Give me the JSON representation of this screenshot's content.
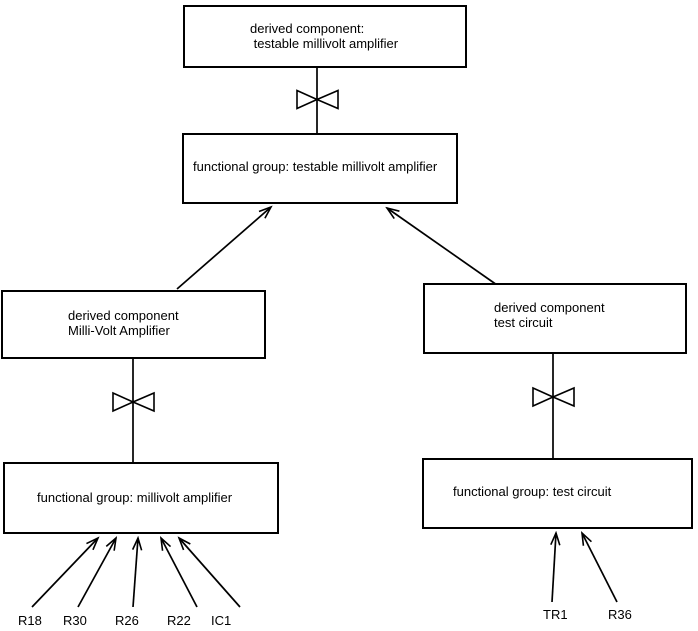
{
  "diagram": {
    "boxes": {
      "top_derived": {
        "line1": "derived component:",
        "line2": " testable millivolt amplifier"
      },
      "top_functional": {
        "line1": "functional group: testable millivolt amplifier"
      },
      "left_derived": {
        "line1": "derived component",
        "line2": "Milli-Volt Amplifier"
      },
      "left_functional": {
        "line1": "functional group: millivolt amplifier"
      },
      "right_derived": {
        "line1": "derived component",
        "line2": "test circuit"
      },
      "right_functional": {
        "line1": "functional group: test circuit"
      }
    },
    "components": {
      "left": [
        "R18",
        "R30",
        "R26",
        "R22",
        "IC1"
      ],
      "right": [
        "TR1",
        "R36"
      ]
    },
    "colors": {
      "line": "#000000",
      "background": "#ffffff",
      "text": "#000000"
    }
  }
}
